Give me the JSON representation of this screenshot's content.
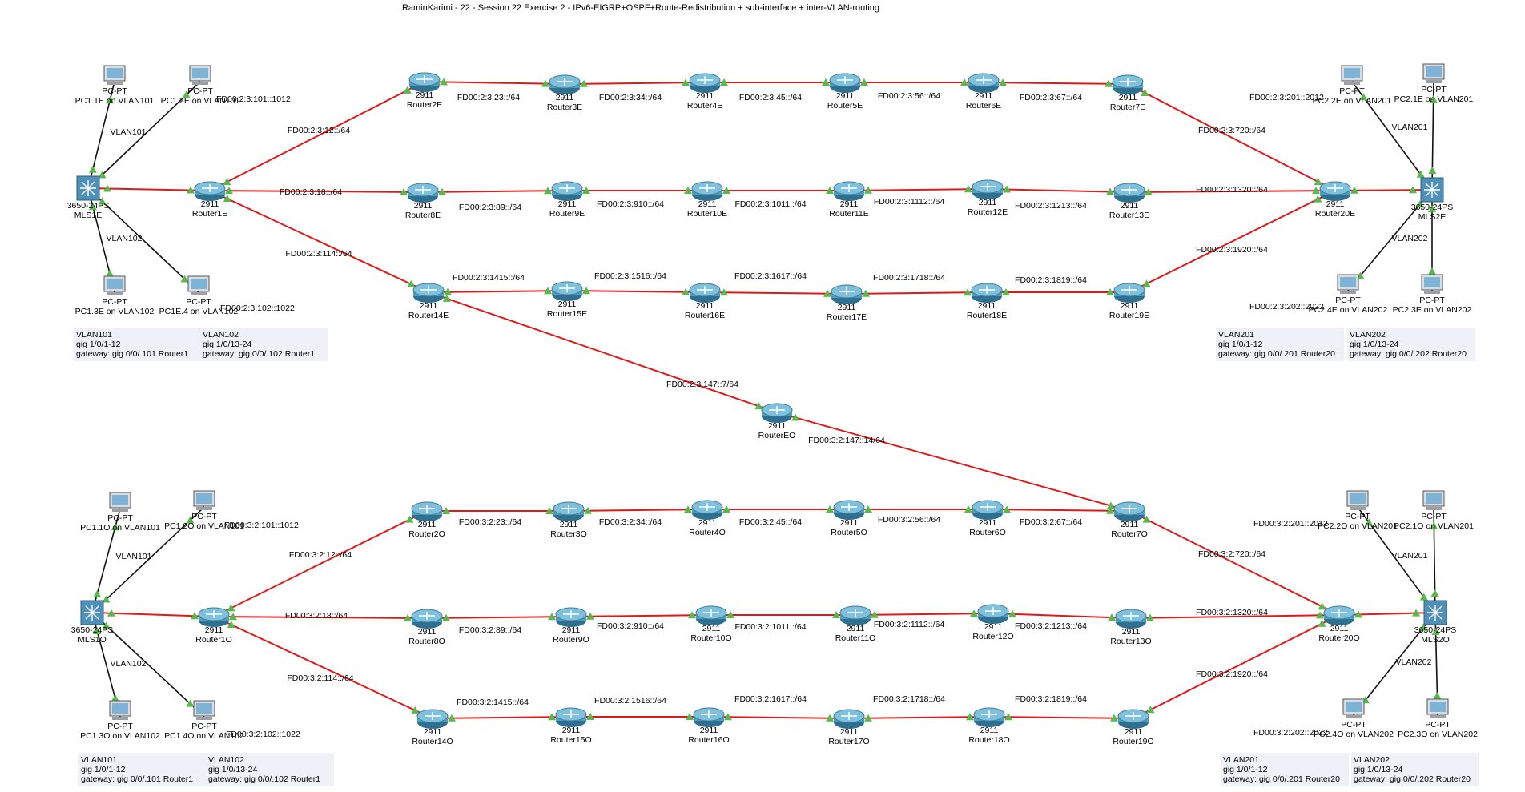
{
  "title": "RaminKarimi - 22 - Session 22 Exercise 2 - IPv6-EIGRP+OSPF+Route-Redistribution + sub-interface + inter-VLAN-routing",
  "colors": {
    "link": "#e0191b",
    "access": "#111111",
    "arrow": "#58b94a",
    "router_body": "#4d9fbf",
    "switch_body": "#4f90b8",
    "pc_screen": "#7fb3d6",
    "note_bg": "#eef1f7"
  },
  "devices": [
    {
      "id": "R2E",
      "model": "2911",
      "name": "Router2E",
      "type": "router"
    },
    {
      "id": "R3E",
      "model": "2911",
      "name": "Router3E",
      "type": "router"
    },
    {
      "id": "R4E",
      "model": "2911",
      "name": "Router4E",
      "type": "router"
    },
    {
      "id": "R5E",
      "model": "2911",
      "name": "Router5E",
      "type": "router"
    },
    {
      "id": "R6E",
      "model": "2911",
      "name": "Router6E",
      "type": "router"
    },
    {
      "id": "R7E",
      "model": "2911",
      "name": "Router7E",
      "type": "router"
    },
    {
      "id": "R1E",
      "model": "2911",
      "name": "Router1E",
      "type": "router"
    },
    {
      "id": "R8E",
      "model": "2911",
      "name": "Router8E",
      "type": "router"
    },
    {
      "id": "R9E",
      "model": "2911",
      "name": "Router9E",
      "type": "router"
    },
    {
      "id": "R10E",
      "model": "2911",
      "name": "Router10E",
      "type": "router"
    },
    {
      "id": "R11E",
      "model": "2911",
      "name": "Router11E",
      "type": "router"
    },
    {
      "id": "R12E",
      "model": "2911",
      "name": "Router12E",
      "type": "router"
    },
    {
      "id": "R13E",
      "model": "2911",
      "name": "Router13E",
      "type": "router"
    },
    {
      "id": "R20E",
      "model": "2911",
      "name": "Router20E",
      "type": "router"
    },
    {
      "id": "R14E",
      "model": "2911",
      "name": "Router14E",
      "type": "router"
    },
    {
      "id": "R15E",
      "model": "2911",
      "name": "Router15E",
      "type": "router"
    },
    {
      "id": "R16E",
      "model": "2911",
      "name": "Router16E",
      "type": "router"
    },
    {
      "id": "R17E",
      "model": "2911",
      "name": "Router17E",
      "type": "router"
    },
    {
      "id": "R18E",
      "model": "2911",
      "name": "Router18E",
      "type": "router"
    },
    {
      "id": "R19E",
      "model": "2911",
      "name": "Router19E",
      "type": "router"
    },
    {
      "id": "REO",
      "model": "2911",
      "name": "RouterEO",
      "type": "router"
    },
    {
      "id": "R2O",
      "model": "2911",
      "name": "Router2O",
      "type": "router"
    },
    {
      "id": "R3O",
      "model": "2911",
      "name": "Router3O",
      "type": "router"
    },
    {
      "id": "R4O",
      "model": "2911",
      "name": "Router4O",
      "type": "router"
    },
    {
      "id": "R5O",
      "model": "2911",
      "name": "Router5O",
      "type": "router"
    },
    {
      "id": "R6O",
      "model": "2911",
      "name": "Router6O",
      "type": "router"
    },
    {
      "id": "R7O",
      "model": "2911",
      "name": "Router7O",
      "type": "router"
    },
    {
      "id": "R1O",
      "model": "2911",
      "name": "Router1O",
      "type": "router"
    },
    {
      "id": "R8O",
      "model": "2911",
      "name": "Router8O",
      "type": "router"
    },
    {
      "id": "R9O",
      "model": "2911",
      "name": "Router9O",
      "type": "router"
    },
    {
      "id": "R10O",
      "model": "2911",
      "name": "Router10O",
      "type": "router"
    },
    {
      "id": "R11O",
      "model": "2911",
      "name": "Router11O",
      "type": "router"
    },
    {
      "id": "R12O",
      "model": "2911",
      "name": "Router12O",
      "type": "router"
    },
    {
      "id": "R13O",
      "model": "2911",
      "name": "Router13O",
      "type": "router"
    },
    {
      "id": "R20O",
      "model": "2911",
      "name": "Router20O",
      "type": "router"
    },
    {
      "id": "R14O",
      "model": "2911",
      "name": "Router14O",
      "type": "router"
    },
    {
      "id": "R15O",
      "model": "2911",
      "name": "Router15O",
      "type": "router"
    },
    {
      "id": "R16O",
      "model": "2911",
      "name": "Router16O",
      "type": "router"
    },
    {
      "id": "R17O",
      "model": "2911",
      "name": "Router17O",
      "type": "router"
    },
    {
      "id": "R18O",
      "model": "2911",
      "name": "Router18O",
      "type": "router"
    },
    {
      "id": "R19O",
      "model": "2911",
      "name": "Router19O",
      "type": "router"
    },
    {
      "id": "MLS1E",
      "model": "3650-24PS",
      "name": "MLS1E",
      "type": "switch"
    },
    {
      "id": "MLS2E",
      "model": "3650-24PS",
      "name": "MLS2E",
      "type": "switch"
    },
    {
      "id": "MLS1O",
      "model": "3650-24PS",
      "name": "MLS1O",
      "type": "switch"
    },
    {
      "id": "MLS2O",
      "model": "3650-24PS",
      "name": "MLS2O",
      "type": "switch"
    },
    {
      "id": "PC11E",
      "model": "PC-PT",
      "name": "PC1.1E on VLAN101",
      "type": "pc"
    },
    {
      "id": "PC12E",
      "model": "PC-PT",
      "name": "PC1.2E on VLAN101",
      "type": "pc"
    },
    {
      "id": "PC13E",
      "model": "PC-PT",
      "name": "PC1.3E on VLAN102",
      "type": "pc"
    },
    {
      "id": "PC14E",
      "model": "PC-PT",
      "name": "PC1E.4 on VLAN102",
      "type": "pc"
    },
    {
      "id": "PC22E",
      "model": "PC-PT",
      "name": "PC2.2E on VLAN201",
      "type": "pc"
    },
    {
      "id": "PC21E",
      "model": "PC-PT",
      "name": "PC2.1E on VLAN201",
      "type": "pc"
    },
    {
      "id": "PC24E",
      "model": "PC-PT",
      "name": "PC2.4E on VLAN202",
      "type": "pc"
    },
    {
      "id": "PC23E",
      "model": "PC-PT",
      "name": "PC2.3E on VLAN202",
      "type": "pc"
    },
    {
      "id": "PC11O",
      "model": "PC-PT",
      "name": "PC1.1O on VLAN101",
      "type": "pc"
    },
    {
      "id": "PC12O",
      "model": "PC-PT",
      "name": "PC1.2O on VLAN101",
      "type": "pc"
    },
    {
      "id": "PC13O",
      "model": "PC-PT",
      "name": "PC1.3O on VLAN102",
      "type": "pc"
    },
    {
      "id": "PC14O",
      "model": "PC-PT",
      "name": "PC1.4O on VLAN102",
      "type": "pc"
    },
    {
      "id": "PC22O",
      "model": "PC-PT",
      "name": "PC2.2O on VLAN201",
      "type": "pc"
    },
    {
      "id": "PC21O",
      "model": "PC-PT",
      "name": "PC2.1O on VLAN201",
      "type": "pc"
    },
    {
      "id": "PC24O",
      "model": "PC-PT",
      "name": "PC2.4O on VLAN202",
      "type": "pc"
    },
    {
      "id": "PC23O",
      "model": "PC-PT",
      "name": "PC2.3O on VLAN202",
      "type": "pc"
    }
  ],
  "links": [
    {
      "a": "R1E",
      "b": "R2E",
      "net": "FD00:2:3:12::/64"
    },
    {
      "a": "R2E",
      "b": "R3E",
      "net": "FD00:2:3:23::/64"
    },
    {
      "a": "R3E",
      "b": "R4E",
      "net": "FD00:2:3:34::/64"
    },
    {
      "a": "R4E",
      "b": "R5E",
      "net": "FD00:2:3:45::/64"
    },
    {
      "a": "R5E",
      "b": "R6E",
      "net": "FD00:2:3:56::/64"
    },
    {
      "a": "R6E",
      "b": "R7E",
      "net": "FD00:2:3:67::/64"
    },
    {
      "a": "R7E",
      "b": "R20E",
      "net": "FD00:2:3:720::/64"
    },
    {
      "a": "R1E",
      "b": "R8E",
      "net": "FD00:2:3:18::/64"
    },
    {
      "a": "R8E",
      "b": "R9E",
      "net": "FD00:2:3:89::/64"
    },
    {
      "a": "R9E",
      "b": "R10E",
      "net": "FD00:2:3:910::/64"
    },
    {
      "a": "R10E",
      "b": "R11E",
      "net": "FD00:2:3:1011::/64"
    },
    {
      "a": "R11E",
      "b": "R12E",
      "net": "FD00:2:3:1112::/64"
    },
    {
      "a": "R12E",
      "b": "R13E",
      "net": "FD00:2:3:1213::/64"
    },
    {
      "a": "R13E",
      "b": "R20E",
      "net": "FD00:2:3:1320::/64"
    },
    {
      "a": "R1E",
      "b": "R14E",
      "net": "FD00:2:3:114::/64"
    },
    {
      "a": "R14E",
      "b": "R15E",
      "net": "FD00:2:3:1415::/64"
    },
    {
      "a": "R15E",
      "b": "R16E",
      "net": "FD00:2:3:1516::/64"
    },
    {
      "a": "R16E",
      "b": "R17E",
      "net": "FD00:2:3:1617::/64"
    },
    {
      "a": "R17E",
      "b": "R18E",
      "net": "FD00:2:3:1718::/64"
    },
    {
      "a": "R18E",
      "b": "R19E",
      "net": "FD00:2:3:1819::/64"
    },
    {
      "a": "R19E",
      "b": "R20E",
      "net": "FD00:2:3:1920::/64"
    },
    {
      "a": "R14E",
      "b": "REO",
      "net": "FD00:2:3:147::7/64"
    },
    {
      "a": "REO",
      "b": "R7O",
      "net": "FD00:3:2:147::14/64"
    },
    {
      "a": "MLS1E",
      "b": "R1E",
      "net": ""
    },
    {
      "a": "R20E",
      "b": "MLS2E",
      "net": ""
    },
    {
      "a": "R1O",
      "b": "R2O",
      "net": "FD00:3:2:12::/64"
    },
    {
      "a": "R2O",
      "b": "R3O",
      "net": "FD00:3:2:23::/64"
    },
    {
      "a": "R3O",
      "b": "R4O",
      "net": "FD00:3:2:34::/64"
    },
    {
      "a": "R4O",
      "b": "R5O",
      "net": "FD00:3:2:45::/64"
    },
    {
      "a": "R5O",
      "b": "R6O",
      "net": "FD00:3:2:56::/64"
    },
    {
      "a": "R6O",
      "b": "R7O",
      "net": "FD00:3:2:67::/64"
    },
    {
      "a": "R7O",
      "b": "R20O",
      "net": "FD00:3:2:720::/64"
    },
    {
      "a": "R1O",
      "b": "R8O",
      "net": "FD00:3:2:18::/64"
    },
    {
      "a": "R8O",
      "b": "R9O",
      "net": "FD00:3:2:89::/64"
    },
    {
      "a": "R9O",
      "b": "R10O",
      "net": "FD00:3:2:910::/64"
    },
    {
      "a": "R10O",
      "b": "R11O",
      "net": "FD00:3:2:1011::/64"
    },
    {
      "a": "R11O",
      "b": "R12O",
      "net": "FD00:3:2:1112::/64"
    },
    {
      "a": "R12O",
      "b": "R13O",
      "net": "FD00:3:2:1213::/64"
    },
    {
      "a": "R13O",
      "b": "R20O",
      "net": "FD00:3:2:1320::/64"
    },
    {
      "a": "R1O",
      "b": "R14O",
      "net": "FD00:3:2:114::/64"
    },
    {
      "a": "R14O",
      "b": "R15O",
      "net": "FD00:3:2:1415::/64"
    },
    {
      "a": "R15O",
      "b": "R16O",
      "net": "FD00:3:2:1516::/64"
    },
    {
      "a": "R16O",
      "b": "R17O",
      "net": "FD00:3:2:1617::/64"
    },
    {
      "a": "R17O",
      "b": "R18O",
      "net": "FD00:3:2:1718::/64"
    },
    {
      "a": "R18O",
      "b": "R19O",
      "net": "FD00:3:2:1819::/64"
    },
    {
      "a": "R19O",
      "b": "R20O",
      "net": "FD00:3:2:1920::/64"
    },
    {
      "a": "MLS1O",
      "b": "R1O",
      "net": ""
    },
    {
      "a": "R20O",
      "b": "MLS2O",
      "net": ""
    }
  ],
  "access_links": [
    {
      "a": "MLS1E",
      "b": "PC11E"
    },
    {
      "a": "MLS1E",
      "b": "PC12E"
    },
    {
      "a": "MLS1E",
      "b": "PC13E"
    },
    {
      "a": "MLS1E",
      "b": "PC14E"
    },
    {
      "a": "MLS2E",
      "b": "PC22E"
    },
    {
      "a": "MLS2E",
      "b": "PC21E"
    },
    {
      "a": "MLS2E",
      "b": "PC24E"
    },
    {
      "a": "MLS2E",
      "b": "PC23E"
    },
    {
      "a": "MLS1O",
      "b": "PC11O"
    },
    {
      "a": "MLS1O",
      "b": "PC12O"
    },
    {
      "a": "MLS1O",
      "b": "PC13O"
    },
    {
      "a": "MLS1O",
      "b": "PC14O"
    },
    {
      "a": "MLS2O",
      "b": "PC22O"
    },
    {
      "a": "MLS2O",
      "b": "PC21O"
    },
    {
      "a": "MLS2O",
      "b": "PC24O"
    },
    {
      "a": "MLS2O",
      "b": "PC23O"
    }
  ],
  "labels": [
    {
      "text": "FD00:2:3:101::1012",
      "anchor": "start"
    },
    {
      "text": "FD00:2:3:102::1022",
      "anchor": "start"
    },
    {
      "text": "FD00:2:3:201::2012",
      "anchor": "start"
    },
    {
      "text": "FD00:2:3:202::2022",
      "anchor": "start"
    },
    {
      "text": "FD00:3:2:101::1012",
      "anchor": "start"
    },
    {
      "text": "FD00:3:2:102::1022",
      "anchor": "start"
    },
    {
      "text": "FD00:3:2:201::2012",
      "anchor": "start"
    },
    {
      "text": "FD00:3:2:202::2022",
      "anchor": "start"
    },
    {
      "text": "VLAN101",
      "anchor": "middle"
    },
    {
      "text": "VLAN102",
      "anchor": "middle"
    },
    {
      "text": "VLAN201",
      "anchor": "middle"
    },
    {
      "text": "VLAN202",
      "anchor": "middle"
    },
    {
      "text": "VLAN101",
      "anchor": "middle"
    },
    {
      "text": "VLAN102",
      "anchor": "middle"
    },
    {
      "text": "VLAN201",
      "anchor": "middle"
    },
    {
      "text": "VLAN202",
      "anchor": "middle"
    }
  ],
  "notes": [
    {
      "lines": [
        "VLAN101",
        "gig 1/0/1-12",
        "gateway:  gig 0/0/.101 Router1"
      ]
    },
    {
      "lines": [
        "VLAN102",
        "gig 1/0/13-24",
        "gateway:  gig 0/0/.102 Router1"
      ]
    },
    {
      "lines": [
        "VLAN201",
        "gig 1/0/1-12",
        "gateway:  gig 0/0/.201 Router20"
      ]
    },
    {
      "lines": [
        "VLAN202",
        "gig 1/0/13-24",
        "gateway:  gig 0/0/.202 Router20"
      ]
    },
    {
      "lines": [
        "VLAN101",
        "gig 1/0/1-12",
        "gateway:  gig 0/0/.101 Router1"
      ]
    },
    {
      "lines": [
        "VLAN102",
        "gig 1/0/13-24",
        "gateway:  gig 0/0/.102 Router1"
      ]
    },
    {
      "lines": [
        "VLAN201",
        "gig 1/0/1-12",
        "gateway:  gig 0/0/.201 Router20"
      ]
    },
    {
      "lines": [
        "VLAN202",
        "gig 1/0/13-24",
        "gateway:  gig 0/0/.202 Router20"
      ]
    }
  ]
}
